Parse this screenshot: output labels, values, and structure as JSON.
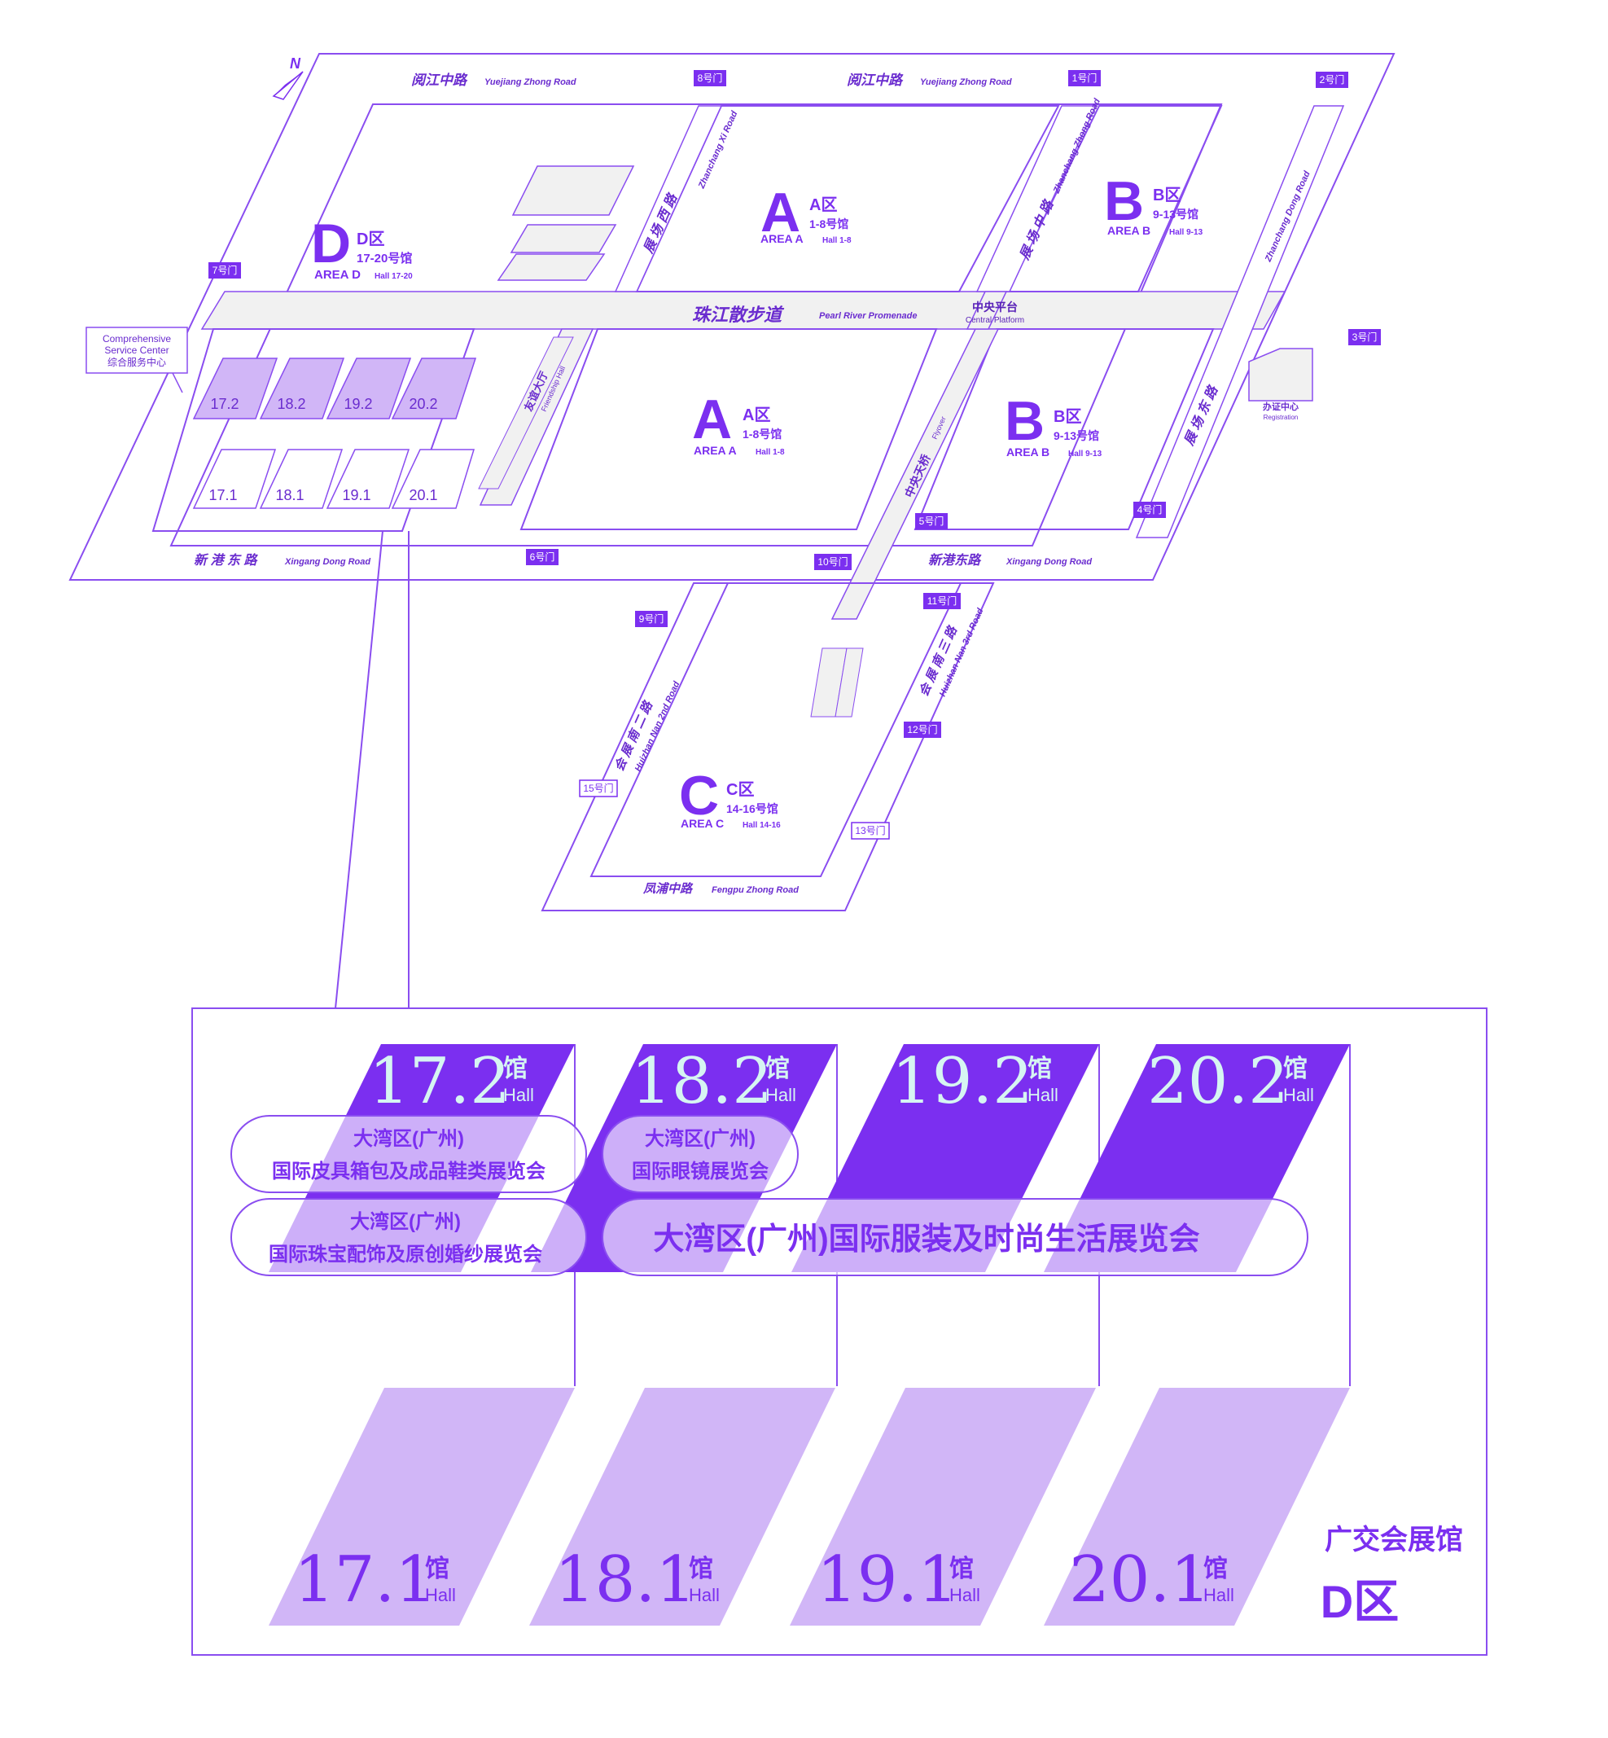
{
  "compass": "N",
  "roads": {
    "yuejiang_1_cn": "阅江中路",
    "yuejiang_1_en": "Yuejiang Zhong Road",
    "yuejiang_2_cn": "阅江中路",
    "yuejiang_2_en": "Yuejiang Zhong Road",
    "xingang_1_cn": "新 港 东 路",
    "xingang_1_en": "Xingang Dong Road",
    "xingang_2_cn": "新港东路",
    "xingang_2_en": "Xingang Dong Road",
    "zhanchang_xi_cn": "展 场 西 路",
    "zhanchang_xi_en": "Zhanchang Xi Road",
    "zhanchang_zhong_cn": "展 场 中 路",
    "zhanchang_zhong_en": "Zhanchang Zhong Road",
    "zhanchang_dong_cn": "展 场 东 路",
    "zhanchang_dong_en": "Zhanchang Dong Road",
    "huizhan_2_cn": "会 展 南 二 路",
    "huizhan_2_en": "Huizhan Nan 2nd Road",
    "huizhan_3_cn": "会 展 南 三 路",
    "huizhan_3_en": "Huizhan Nan 3rd Road",
    "fengpu_cn": "凤浦中路",
    "fengpu_en": "Fengpu Zhong Road",
    "promenade_cn": "珠江散步道",
    "promenade_en": "Pearl River Promenade"
  },
  "landmarks": {
    "central_cn": "中央平台",
    "central_en": "Central Platform",
    "flyover_cn": "中央天桥",
    "flyover_en": "Flyover",
    "friendship_cn": "友谊大厅",
    "friendship_en": "Friendship Hall",
    "service_en_1": "Comprehensive",
    "service_en_2": "Service Center",
    "service_cn": "综合服务中心",
    "registration_cn": "办证中心",
    "registration_en": "Registration"
  },
  "gates": {
    "g1": "1号门",
    "g2": "2号门",
    "g3": "3号门",
    "g4": "4号门",
    "g5": "5号门",
    "g6": "6号门",
    "g7": "7号门",
    "g8": "8号门",
    "g9": "9号门",
    "g10": "10号门",
    "g11": "11号门",
    "g12": "12号门",
    "g13": "13号门",
    "g15": "15号门"
  },
  "areas": {
    "d": {
      "letter": "D",
      "cn": "D区",
      "halls": "17-20号馆",
      "en": "AREA D",
      "hall_en": "Hall 17-20"
    },
    "a_north": {
      "letter": "A",
      "cn": "A区",
      "halls": "1-8号馆",
      "en": "AREA A",
      "hall_en": "Hall 1-8"
    },
    "a_south": {
      "letter": "A",
      "cn": "A区",
      "halls": "1-8号馆",
      "en": "AREA A",
      "hall_en": "Hall 1-8"
    },
    "b_north": {
      "letter": "B",
      "cn": "B区",
      "halls": "9-13号馆",
      "en": "AREA B",
      "hall_en": "Hall 9-13"
    },
    "b_south": {
      "letter": "B",
      "cn": "B区",
      "halls": "9-13号馆",
      "en": "AREA B",
      "hall_en": "Hall 9-13"
    },
    "c": {
      "letter": "C",
      "cn": "C区",
      "halls": "14-16号馆",
      "en": "AREA C",
      "hall_en": "Hall 14-16"
    }
  },
  "small_halls": {
    "h172": "17.2",
    "h182": "18.2",
    "h192": "19.2",
    "h202": "20.2",
    "h171": "17.1",
    "h181": "18.1",
    "h191": "19.1",
    "h201": "20.1"
  },
  "detail": {
    "hall_cn": "馆",
    "hall_en": "Hall",
    "upper": [
      "17.2",
      "18.2",
      "19.2",
      "20.2"
    ],
    "lower": [
      "17.1",
      "18.1",
      "19.1",
      "20.1"
    ],
    "exhibitions": {
      "leather_1": "大湾区(广州)",
      "leather_2": "国际皮具箱包及成品鞋类展览会",
      "eyewear_1": "大湾区(广州)",
      "eyewear_2": "国际眼镜展览会",
      "jewelry_1": "大湾区(广州)",
      "jewelry_2": "国际珠宝配饰及原创婚纱展览会",
      "fashion": "大湾区(广州)国际服装及时尚生活展览会"
    },
    "venue_cn": "广交会展馆",
    "venue_area": "D区"
  },
  "colors": {
    "primary": "#7b2ff0",
    "light": "#d1b6f7",
    "line": "#8a4df0",
    "ground": "#f1f1f1",
    "hall_number_light": "#d6f5f2"
  }
}
